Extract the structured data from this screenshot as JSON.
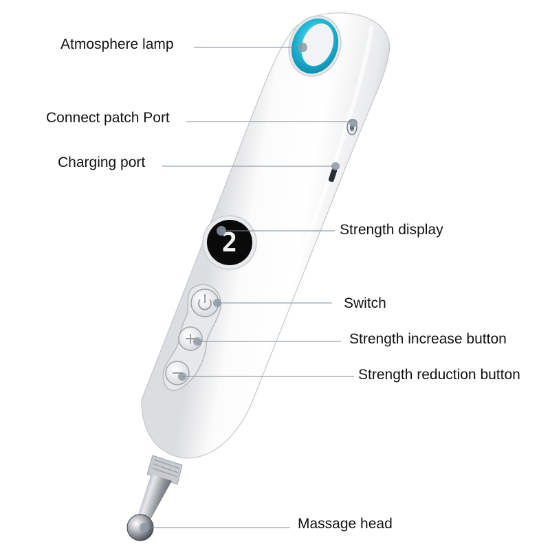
{
  "annotations": {
    "atmosphere_lamp": "Atmosphere lamp",
    "connect_patch_port": "Connect patch Port",
    "charging_port": "Charging port",
    "strength_display": "Strength display",
    "switch": "Switch",
    "strength_increase_button": "Strength increase button",
    "strength_reduction_button": "Strength reduction button",
    "massage_head": "Massage head"
  },
  "device": {
    "display_value": "2",
    "body_color": "#f7f7f7",
    "lamp_color": "#1fb8d6",
    "display_color": "#0a0a0a",
    "leader_line_color": "#7d8b97",
    "marker_color": "#8d99a6"
  }
}
